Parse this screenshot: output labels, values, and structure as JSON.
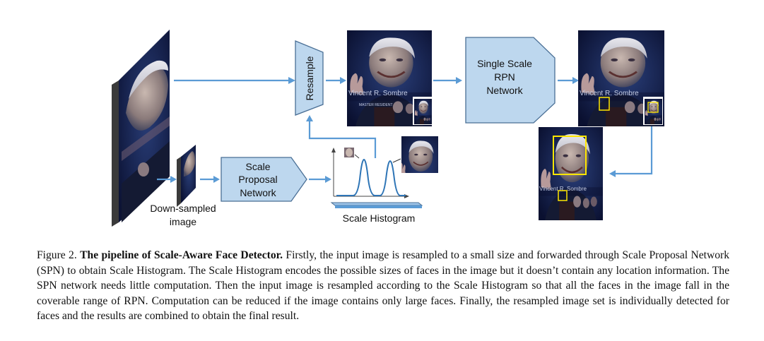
{
  "figure": {
    "label": "Figure 2.",
    "title": "The pipeline of Scale-Aware Face Detector.",
    "caption": "Firstly, the input image is resampled to a small size and forwarded through Scale Proposal Network (SPN) to obtain Scale Histogram. The Scale Histogram encodes the possible sizes of faces in the image but it doesn’t contain any location information. The SPN network needs little computation. Then the input image is resampled according to the Scale Histogram so that all the faces in the image fall in the coverable range of RPN. Computation can be reduced if the image contains only large faces. Finally, the resampled image set is individually detected for faces and the results are combined to obtain the final result."
  },
  "diagram": {
    "downsampled_label": [
      "Down-sampled",
      "image"
    ],
    "spn_label": [
      "Scale",
      "Proposal",
      "Network"
    ],
    "resample_label": "Resample",
    "rpn_label": [
      "Single Scale",
      "RPN",
      "Network"
    ],
    "histogram_label": "Scale Histogram",
    "photo_caption_text": "Vincent R. Sombre",
    "photo_subtext": "MASTER  RESIDENT"
  },
  "colors": {
    "arrow": "#5b9bd5",
    "box_fill": "#bdd7ee",
    "box_stroke": "#4a6f95",
    "detection_box": "#ffe600",
    "histogram_curve": "#2e75b6"
  }
}
